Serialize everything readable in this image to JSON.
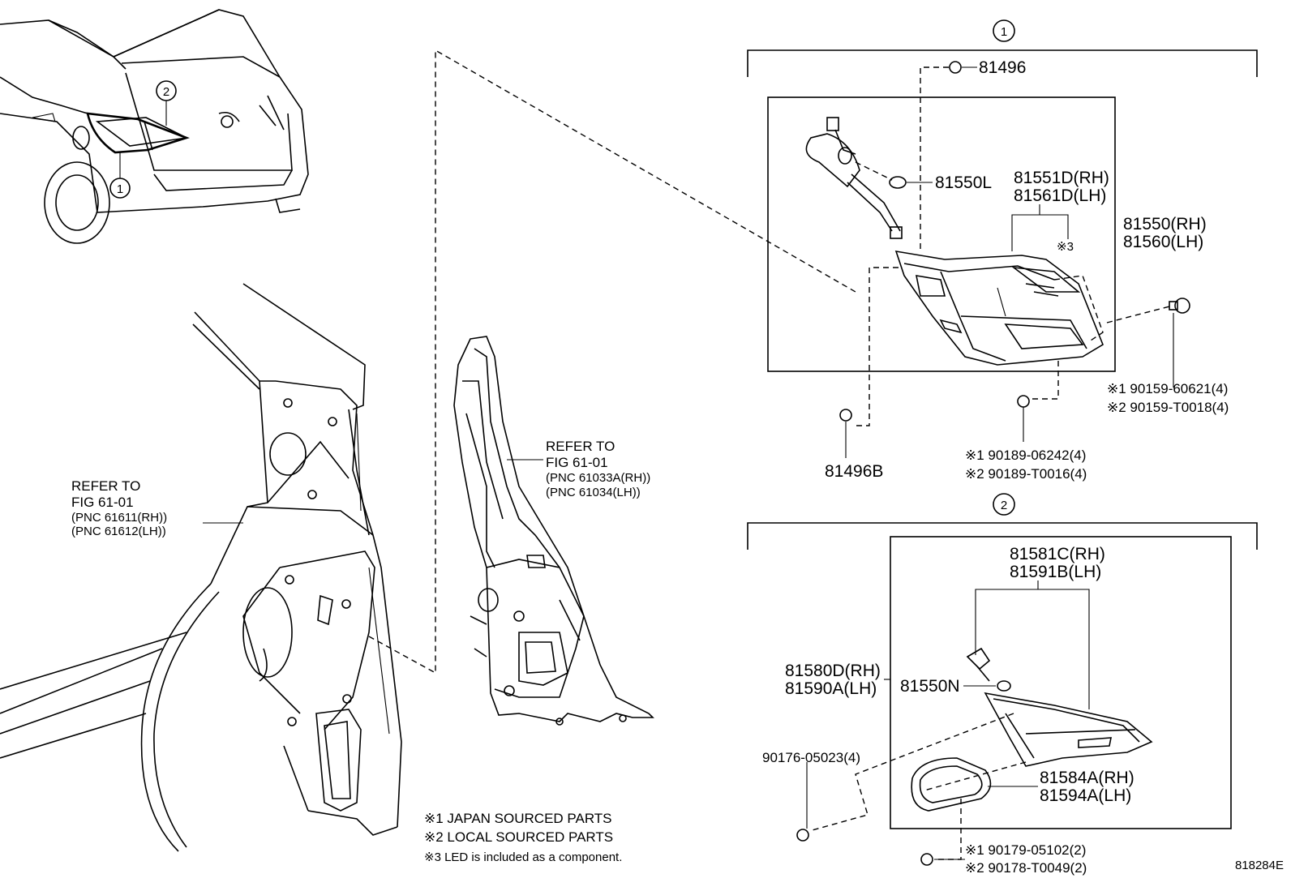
{
  "diagram_code": "818284E",
  "callouts": {
    "one": "1",
    "two": "2"
  },
  "car_callouts": {
    "one": "1",
    "two": "2"
  },
  "left_note": {
    "refer": "REFER TO",
    "fig": "FIG 61-01",
    "pnc_rh": "(PNC 61611(RH))",
    "pnc_lh": "(PNC 61612(LH))"
  },
  "mid_note": {
    "refer": "REFER TO",
    "fig": "FIG 61-01",
    "pnc_rh": "(PNC 61033A(RH))",
    "pnc_lh": "(PNC 61034(LH))"
  },
  "group1": {
    "p_81496": "81496",
    "p_81550L": "81550L",
    "p_81551D": "81551D(RH)",
    "p_81561D": "81561D(LH)",
    "note3": "※3",
    "p_81550": "81550(RH)",
    "p_81560": "81560(LH)",
    "screw_j": "※1 90159-60621(4)",
    "screw_l": "※2 90159-T0018(4)",
    "p_81496B": "81496B",
    "nut_j": "※1 90189-06242(4)",
    "nut_l": "※2 90189-T0016(4)"
  },
  "group2": {
    "p_81581C": "81581C(RH)",
    "p_81591B": "81591B(LH)",
    "p_81580D": "81580D(RH)",
    "p_81590A": "81590A(LH)",
    "p_81550N": "81550N",
    "clip": "90176-05023(4)",
    "p_81584A": "81584A(RH)",
    "p_81594A": "81594A(LH)",
    "nut_j": "※1 90179-05102(2)",
    "nut_l": "※2 90178-T0049(2)"
  },
  "legend": {
    "l1": "※1 JAPAN SOURCED PARTS",
    "l2": "※2 LOCAL SOURCED PARTS",
    "l3": "※3 LED is included as a component."
  }
}
